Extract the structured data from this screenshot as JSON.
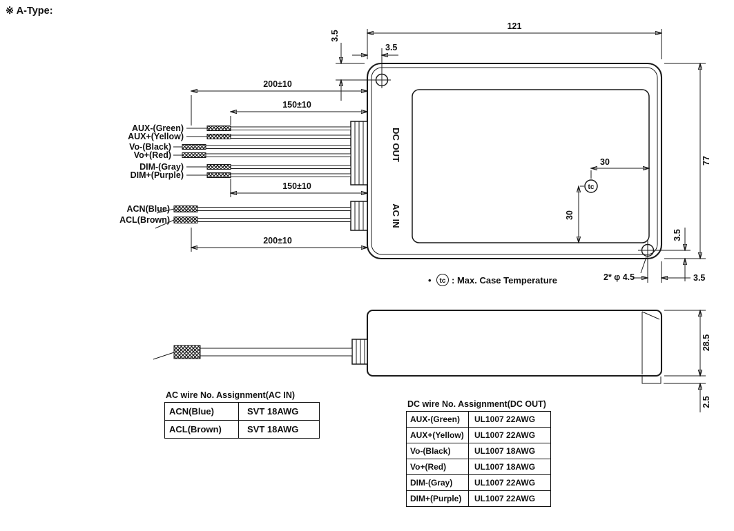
{
  "page": {
    "title": "※ A-Type:"
  },
  "top_view": {
    "port_labels": {
      "dc_out": "DC OUT",
      "ac_in": "AC IN"
    },
    "dc_wires": [
      "AUX-(Green)",
      "AUX+(Yellow)",
      "Vo-(Black)",
      "Vo+(Red)",
      "DIM-(Gray)",
      "DIM+(Purple)"
    ],
    "ac_wires": [
      "ACN(Blue)",
      "ACL(Brown)"
    ],
    "dims": {
      "case_width": "121",
      "case_height": "77",
      "hole_offset_top_y": "3.5",
      "hole_offset_top_x": "3.5",
      "hole_offset_bottom_y": "3.5",
      "hole_offset_bottom_x": "3.5",
      "dc_wire_length": "200±10",
      "dc_jacket_length": "150±10",
      "dc_jacket_length_2": "150±10",
      "ac_wire_length": "200±10",
      "tc_offset_x": "30",
      "tc_offset_y": "30",
      "hole_spec": "2* φ 4.5"
    },
    "tc": {
      "bullet": "•",
      "symbol": "tc",
      "note": ": Max. Case Temperature"
    }
  },
  "side_view": {
    "dims": {
      "case_depth": "28.5",
      "bracket": "2.5"
    }
  },
  "ac_table": {
    "title": "AC wire No. Assignment(AC IN)",
    "rows": [
      {
        "wire": "ACN(Blue)",
        "spec": "SVT 18AWG"
      },
      {
        "wire": "ACL(Brown)",
        "spec": "SVT 18AWG"
      }
    ]
  },
  "dc_table": {
    "title": "DC wire No. Assignment(DC OUT)",
    "rows": [
      {
        "wire": "AUX-(Green)",
        "spec": "UL1007 22AWG"
      },
      {
        "wire": "AUX+(Yellow)",
        "spec": "UL1007 22AWG"
      },
      {
        "wire": "Vo-(Black)",
        "spec": "UL1007 18AWG"
      },
      {
        "wire": "Vo+(Red)",
        "spec": "UL1007 18AWG"
      },
      {
        "wire": "DIM-(Gray)",
        "spec": "UL1007 22AWG"
      },
      {
        "wire": "DIM+(Purple)",
        "spec": "UL1007 22AWG"
      }
    ]
  },
  "colors": {
    "line": "#1a1a1a",
    "background": "#ffffff"
  }
}
